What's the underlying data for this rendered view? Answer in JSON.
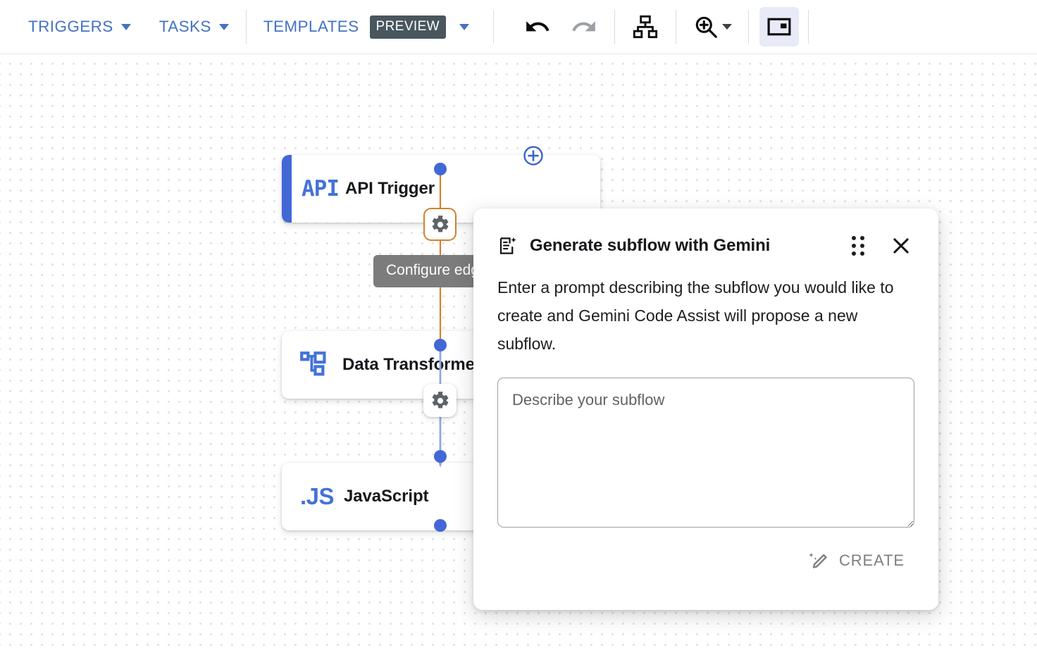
{
  "toolbar": {
    "menus": [
      {
        "label": "TRIGGERS",
        "icon": "chevron-down-icon"
      },
      {
        "label": "TASKS",
        "icon": "chevron-down-icon"
      }
    ],
    "templates": {
      "label": "TEMPLATES",
      "badge": "PREVIEW",
      "icon": "chevron-down-icon"
    },
    "actions": [
      {
        "name": "undo-button",
        "icon": "undo-icon",
        "state": "enabled"
      },
      {
        "name": "redo-button",
        "icon": "redo-icon",
        "state": "disabled"
      },
      {
        "name": "auto-layout-button",
        "icon": "account-tree-icon",
        "state": "enabled"
      },
      {
        "name": "zoom-button",
        "icon": "zoom-in-icon",
        "state": "enabled"
      },
      {
        "name": "minimap-toggle",
        "icon": "picture-in-picture-icon",
        "state": "active"
      }
    ]
  },
  "canvas": {
    "nodes": [
      {
        "id": "api-trigger",
        "title": "API Trigger",
        "icon_text": "API",
        "icon_type": "api-icon",
        "accent": "#4267d6"
      },
      {
        "id": "data-transformer",
        "title": "Data Transformer",
        "icon_text": "",
        "icon_type": "data-transformer-icon",
        "accent": ""
      },
      {
        "id": "javascript",
        "title": "JavaScript",
        "icon_text": ".JS",
        "icon_type": "js-icon",
        "accent": ""
      }
    ],
    "edges": [
      {
        "id": "edge-1",
        "from": "api-trigger",
        "to": "data-transformer",
        "color": "#d4802c",
        "selected": true
      },
      {
        "id": "edge-2",
        "from": "data-transformer",
        "to": "javascript",
        "color": "#8ea8e6",
        "selected": false
      }
    ],
    "tooltip": "Configure edge",
    "add_node_button": "add-node-icon"
  },
  "dialog": {
    "title": "Generate subflow with Gemini",
    "header_icon": "document-sparkle-icon",
    "drag_handle_icon": "drag-handle-icon",
    "close_icon": "close-icon",
    "description": "Enter a prompt describing the subflow you would like to create and Gemini Code Assist will propose a new subflow.",
    "textarea": {
      "value": "",
      "placeholder": "Describe your subflow"
    },
    "create_button": {
      "label": "CREATE",
      "icon": "magic-wand-icon",
      "state": "disabled"
    }
  },
  "colors": {
    "brand_blue": "#4472c4",
    "node_accent": "#4267d6",
    "edge_selected": "#d4802c",
    "edge_default": "#8ea8e6",
    "badge_bg": "#49565e",
    "tooltip_bg": "#7c7c7c"
  }
}
